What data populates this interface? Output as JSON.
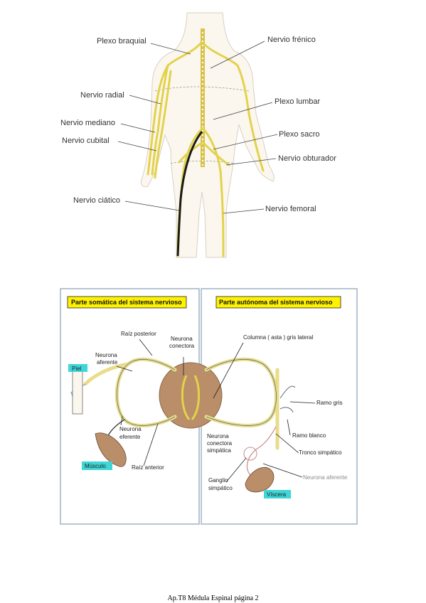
{
  "body_diagram": {
    "labels": {
      "plexo_braquial": "Plexo braquial",
      "nervio_frenico": "Nervio frénico",
      "nervio_radial": "Nervio radial",
      "plexo_lumbar": "Plexo lumbar",
      "nervio_mediano": "Nervio mediano",
      "nervio_cubital": "Nervio cubital",
      "plexo_sacro": "Plexo sacro",
      "nervio_obturador": "Nervio obturador",
      "nervio_ciatico": "Nervio ciático",
      "nervio_femoral": "Nervio femoral"
    }
  },
  "somatic_panel": {
    "title": "Parte somática del sistema nervioso",
    "labels": {
      "raiz_posterior": "Raíz posterior",
      "neurona_conectora_1": "Neurona",
      "neurona_conectora_2": "conectora",
      "neurona_aferente_1": "Neurona",
      "neurona_aferente_2": "aferente",
      "piel": "Piel",
      "neurona_eferente_1": "Neurona",
      "neurona_eferente_2": "eferente",
      "musculo": "Músculo",
      "raiz_anterior": "Raíz anterior"
    }
  },
  "autonomic_panel": {
    "title": "Parte autónoma del sistema nervioso",
    "labels": {
      "columna": "Columna ( asta ) gris lateral",
      "ramo_gris": "Ramo gris",
      "ramo_blanco": "Ramo blanco",
      "neurona_conectora_1": "Neurona",
      "neurona_conectora_2": "conectora",
      "neurona_conectora_3": "simpática",
      "tronco_simpatico": "Tronco simpático",
      "neurona_aferente": "Neurona aferente",
      "ganglio_1": "Ganglio",
      "ganglio_2": "simpático",
      "viscera": "Víscera"
    }
  },
  "footer": "Ap.T8 Médula Espinal página 2",
  "colors": {
    "nerve": "#e3d24a",
    "panel_border": "#8fa7bd",
    "title_bg": "#fff200",
    "label_bg": "#3ed6d6",
    "cord": "#b98e68"
  }
}
